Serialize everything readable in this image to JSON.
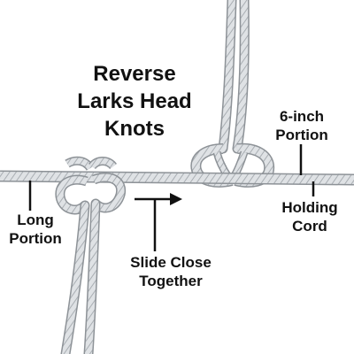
{
  "title": {
    "line1": "Reverse",
    "line2": "Larks Head",
    "line3": "Knots"
  },
  "labels": {
    "long_portion": {
      "line1": "Long",
      "line2": "Portion"
    },
    "slide_close": {
      "line1": "Slide Close",
      "line2": "Together"
    },
    "six_inch": {
      "line1": "6-inch",
      "line2": "Portion"
    },
    "holding_cord": {
      "line1": "Holding",
      "line2": "Cord"
    }
  },
  "colors": {
    "cord": "#d9dde0",
    "cord_shadow": "#8d9297",
    "cord_highlight": "#f6f7f8",
    "pointer": "#111111",
    "text": "#111111",
    "background": "#ffffff"
  }
}
